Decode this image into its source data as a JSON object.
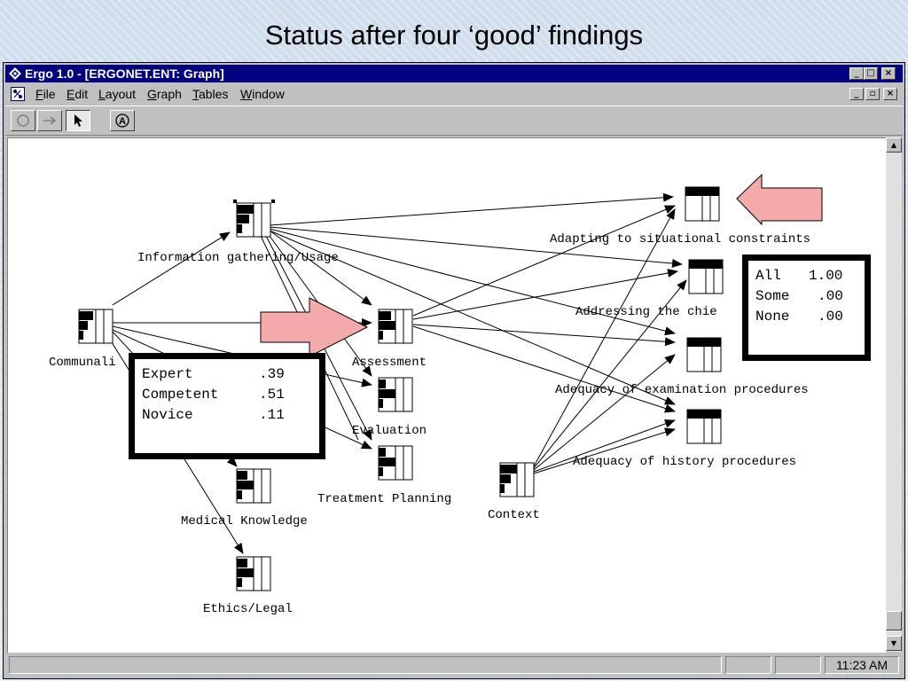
{
  "slide": {
    "title": "Status after four ‘good’ findings"
  },
  "window": {
    "title": "Ergo 1.0 - [ERGONET.ENT: Graph]",
    "app_icon": "ergo-app-icon",
    "buttons": [
      "minimize",
      "maximize",
      "close"
    ]
  },
  "menu": {
    "items": [
      {
        "label_key": "F",
        "label_rest": "ile"
      },
      {
        "label_key": "E",
        "label_rest": "dit"
      },
      {
        "label_key": "L",
        "label_rest": "ayout"
      },
      {
        "label_key": "G",
        "label_rest": "raph"
      },
      {
        "label_key": "T",
        "label_rest": "ables"
      },
      {
        "label_key": "W",
        "label_rest": "indow"
      }
    ]
  },
  "toolbar": {
    "tools": [
      "circle-tool-icon",
      "arrow-tool-icon",
      "pointer-tool-icon",
      "auto-layout-icon"
    ]
  },
  "graph": {
    "nodes": [
      {
        "id": "info",
        "label": "Information gathering/Usage"
      },
      {
        "id": "comm",
        "label": "Communali"
      },
      {
        "id": "assess",
        "label": "Assessment"
      },
      {
        "id": "eval",
        "label": "Evaluation"
      },
      {
        "id": "treat",
        "label": "Treatment Planning"
      },
      {
        "id": "medk",
        "label": "Medical Knowledge"
      },
      {
        "id": "ethics",
        "label": "Ethics/Legal"
      },
      {
        "id": "context",
        "label": "Context"
      },
      {
        "id": "adapt",
        "label": "Adapting to situational constraints"
      },
      {
        "id": "chief",
        "label": "Addressing the chie"
      },
      {
        "id": "exam",
        "label": "Adequacy of examination procedures"
      },
      {
        "id": "hist",
        "label": "Adequacy of history procedures"
      }
    ],
    "proficiency_popup": {
      "rows": [
        {
          "name": "Expert",
          "value": ".39"
        },
        {
          "name": "Competent",
          "value": ".51"
        },
        {
          "name": "Novice",
          "value": ".11"
        }
      ]
    },
    "finding_popup": {
      "rows": [
        {
          "name": "All",
          "value": "1.00"
        },
        {
          "name": "Some",
          "value": ".00"
        },
        {
          "name": "None",
          "value": ".00"
        }
      ]
    },
    "highlight_arrow_color": "#f4aaaa"
  },
  "status": {
    "message": "",
    "time": "11:23 AM"
  }
}
